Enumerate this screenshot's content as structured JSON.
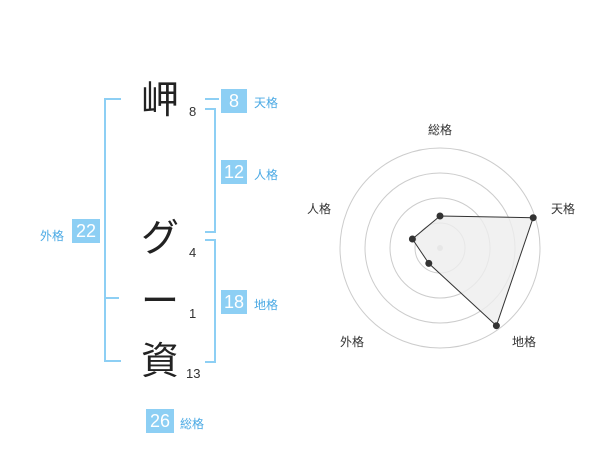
{
  "name": {
    "chars": [
      {
        "char": "岬",
        "strokes": "8"
      },
      {
        "char": "グ",
        "strokes": "4"
      },
      {
        "char": "ー",
        "strokes": "1"
      },
      {
        "char": "資",
        "strokes": "13"
      }
    ]
  },
  "fortune": {
    "tenkaku": {
      "value": "8",
      "label": "天格"
    },
    "jinkaku": {
      "value": "12",
      "label": "人格"
    },
    "chikaku": {
      "value": "18",
      "label": "地格"
    },
    "gaikaku": {
      "value": "22",
      "label": "外格"
    },
    "soukaku": {
      "value": "26",
      "label": "総格"
    }
  },
  "radar": {
    "axes": [
      "総格",
      "天格",
      "地格",
      "外格",
      "人格"
    ],
    "values": [
      0.32,
      0.98,
      0.96,
      0.19,
      0.29
    ],
    "fill_color": "#eeeeee",
    "ring_color": "#cccccc",
    "point_color": "#333333"
  }
}
